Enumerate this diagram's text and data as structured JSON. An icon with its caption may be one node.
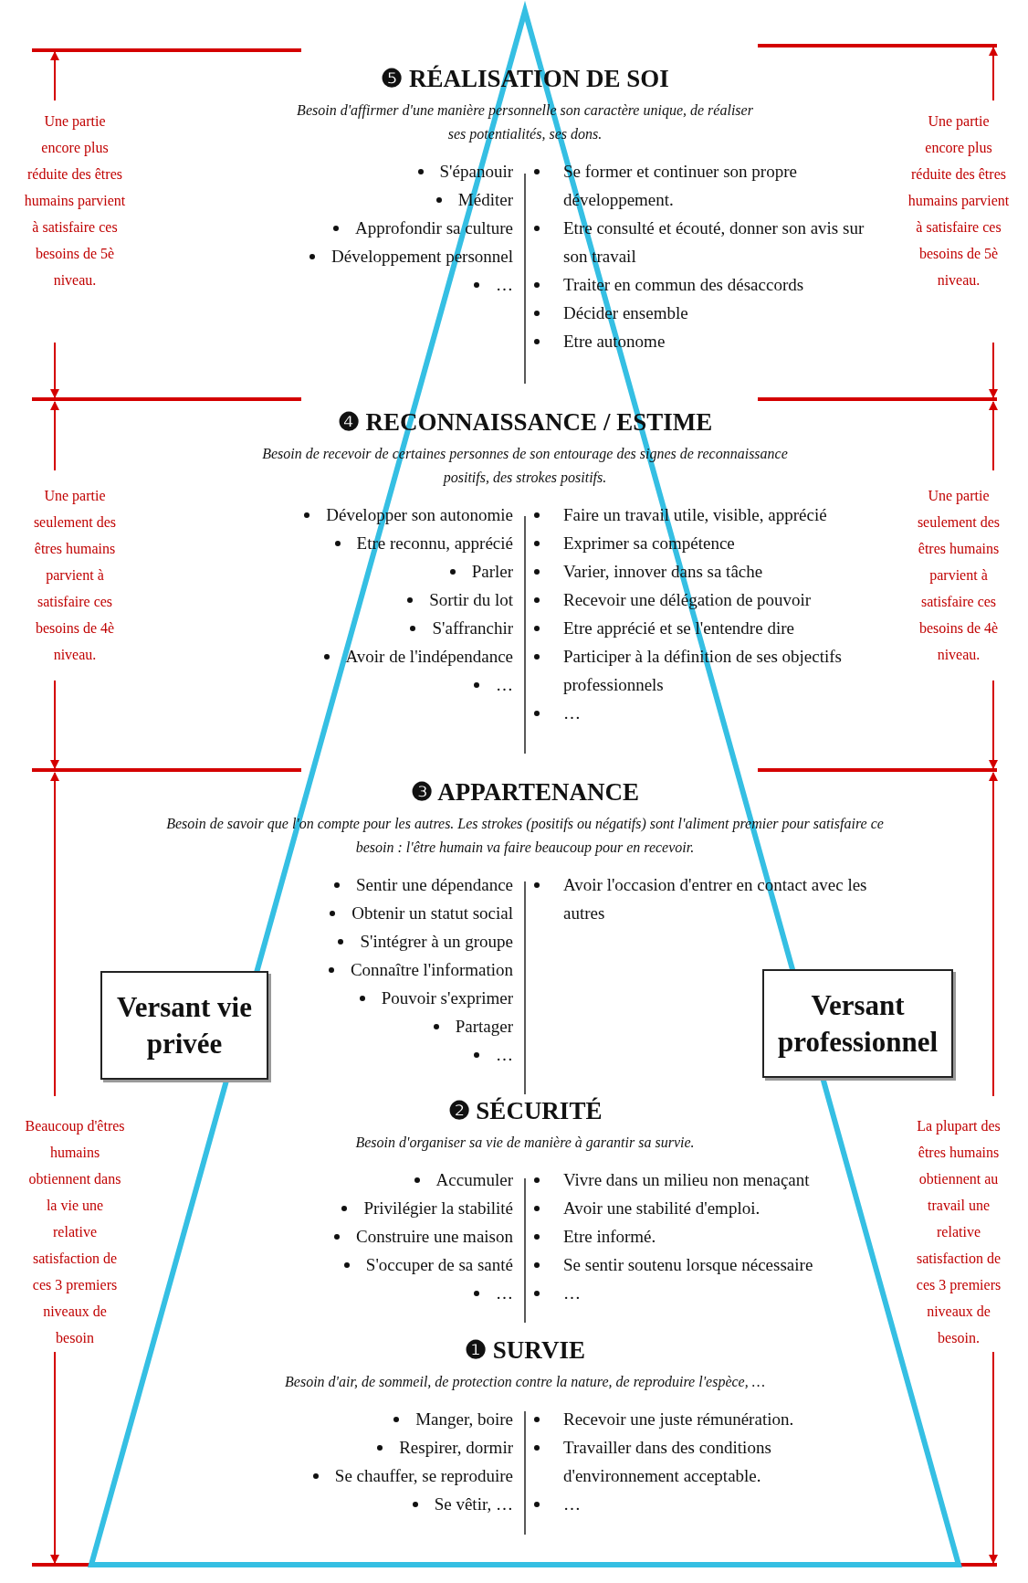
{
  "diagram": {
    "nodes": [
      {
        "text": [
          "Versant vie privée"
        ]
      },
      {
        "text": [
          "Versant professionnel"
        ]
      }
    ],
    "labels": [
      "Une partie encore plus réduite des êtres humains parvient à satisfaire ces besoins de 5è niveau.",
      "❺ RÉALISATION DE SOI",
      "Besoin d'affirmer d'une manière personnelle son caractère unique, de réaliser ses potentialités, ses dons.",
      "S'épanouir",
      "Méditer",
      "Approfondir sa culture",
      "Développement personnel",
      "…",
      "Se former et continuer son propre développement.",
      "Etre consulté et écouté, donner son avis sur son travail",
      "Traiter en commun des désaccords",
      "Décider ensemble",
      "Etre autonome",
      "Une partie encore plus réduite des êtres humains parvient à satisfaire ces besoins de 5è niveau.",
      "Une partie seulement des êtres humains parvient à satisfaire ces besoins de 4è niveau.",
      "❹ RECONNAISSANCE / ESTIME",
      "Besoin de recevoir de certaines personnes de son entourage des signes de reconnaissance positifs, des strokes positifs.",
      "Développer son autonomie",
      "Etre reconnu, apprécié",
      "Parler",
      "Sortir du lot",
      "S'affranchir",
      "Avoir de l'indépendance",
      "…",
      "Faire un travail utile, visible, apprécié",
      "Exprimer sa compétence",
      "Varier, innover dans sa tâche",
      "Recevoir une délégation de pouvoir",
      "Etre apprécié et se l'entendre dire",
      "Participer à la définition de ses objectifs professionnels",
      "…",
      "Une partie seulement des êtres humains parvient à satisfaire ces besoins de 4è niveau.",
      "❸ APPARTENANCE",
      "Besoin de savoir que l'on compte pour les autres. Les strokes (positifs ou négatifs) sont l'aliment premier pour satisfaire ce besoin : l'être humain va faire beaucoup pour en recevoir.",
      "Sentir une dépendance",
      "Obtenir un statut social",
      "S'intégrer à un groupe",
      "Connaître l'information",
      "Pouvoir s'exprimer",
      "Partager",
      "…",
      "Avoir l'occasion d'entrer en contact avec les autres",
      "Beaucoup d'êtres humains obtiennent dans la vie une relative satisfaction de ces 3 premiers niveaux de besoin",
      "La plupart des êtres humains obtiennent au travail une relative satisfaction de ces 3 premiers niveaux de besoin.",
      "❷ SÉCURITÉ",
      "Besoin d'organiser sa vie de manière à garantir sa survie.",
      "Accumuler",
      "Privilégier la stabilité",
      "Construire une maison",
      "S'occuper de sa santé",
      "…",
      "Vivre dans un milieu non menaçant",
      "Avoir une stabilité d'emploi.",
      "Etre informé.",
      "Se sentir soutenu lorsque nécessaire",
      "…",
      "❶ SURVIE",
      "Besoin d'air, de sommeil, de protection contre la nature, de reproduire l'espèce, …",
      "Manger, boire",
      "Respirer, dormir",
      "Se chauffer, se reproduire",
      "Se vêtir, …",
      "Recevoir une juste rémunération.",
      "Travailler dans des conditions d'environnement acceptable.",
      "…"
    ]
  }
}
